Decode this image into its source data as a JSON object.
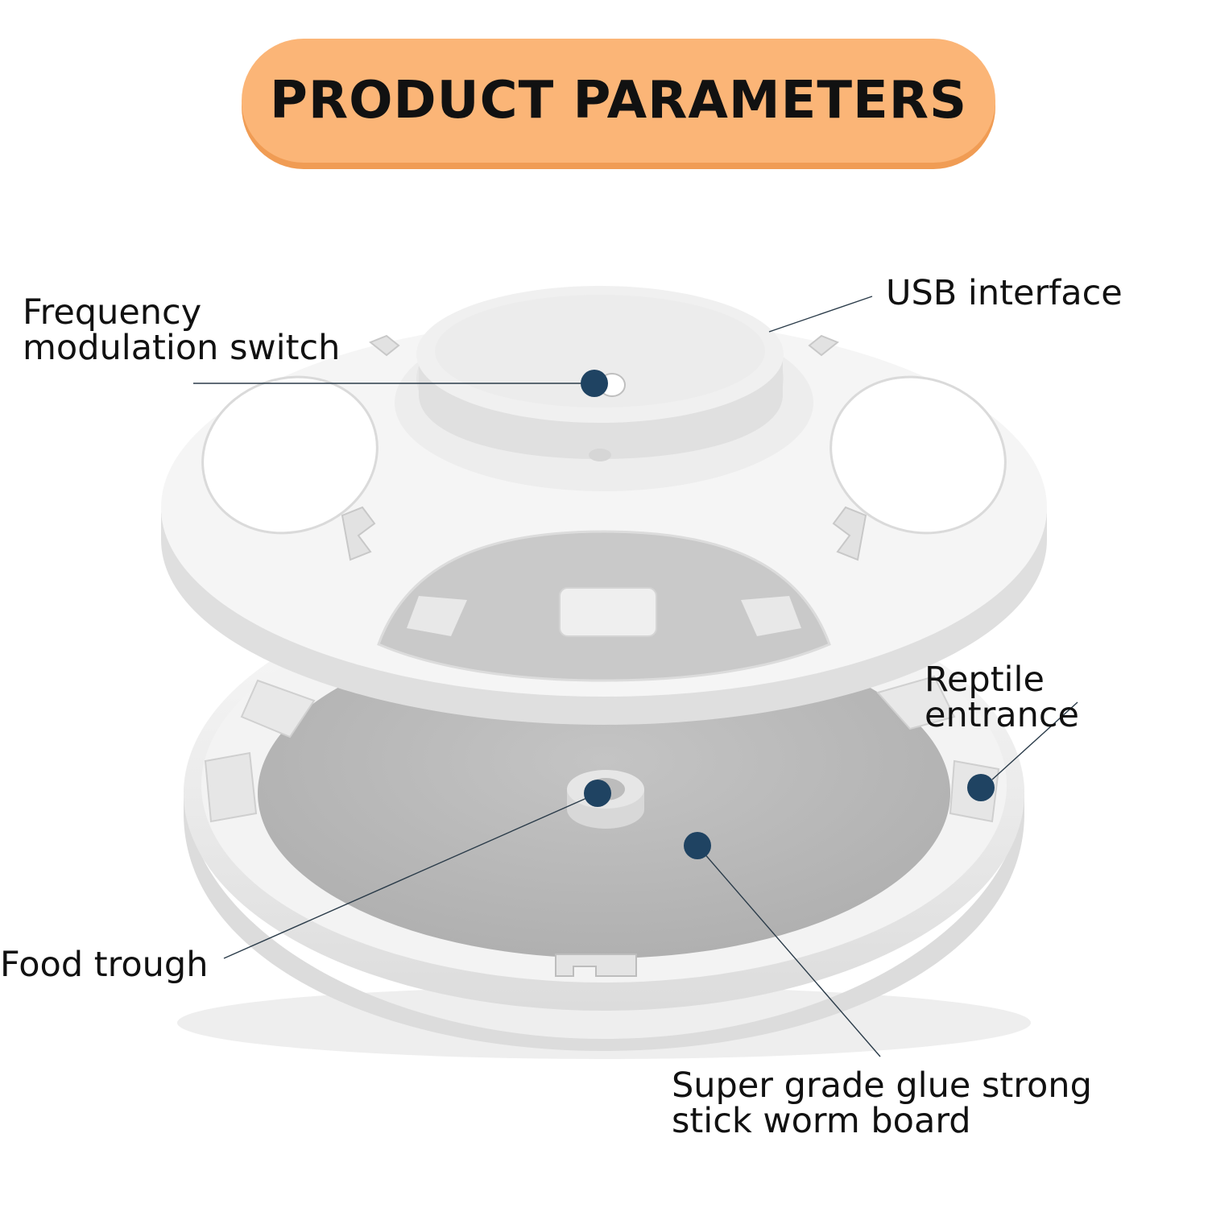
{
  "title": "PRODUCT PARAMETERS",
  "callouts": {
    "frequency_switch": "Frequency\nmodulation switch",
    "usb_interface": "USB interface",
    "reptile_entrance": "Reptile entrance",
    "food_trough": "Food trough",
    "glue_board": "Super grade glue strong\nstick worm board"
  },
  "colors": {
    "title_pill": "#fbb577",
    "title_shadow": "#f09c54",
    "callout_dot": "#1f4362",
    "device_white": "#f2f2f2",
    "device_grey": "#b9b9b9"
  }
}
